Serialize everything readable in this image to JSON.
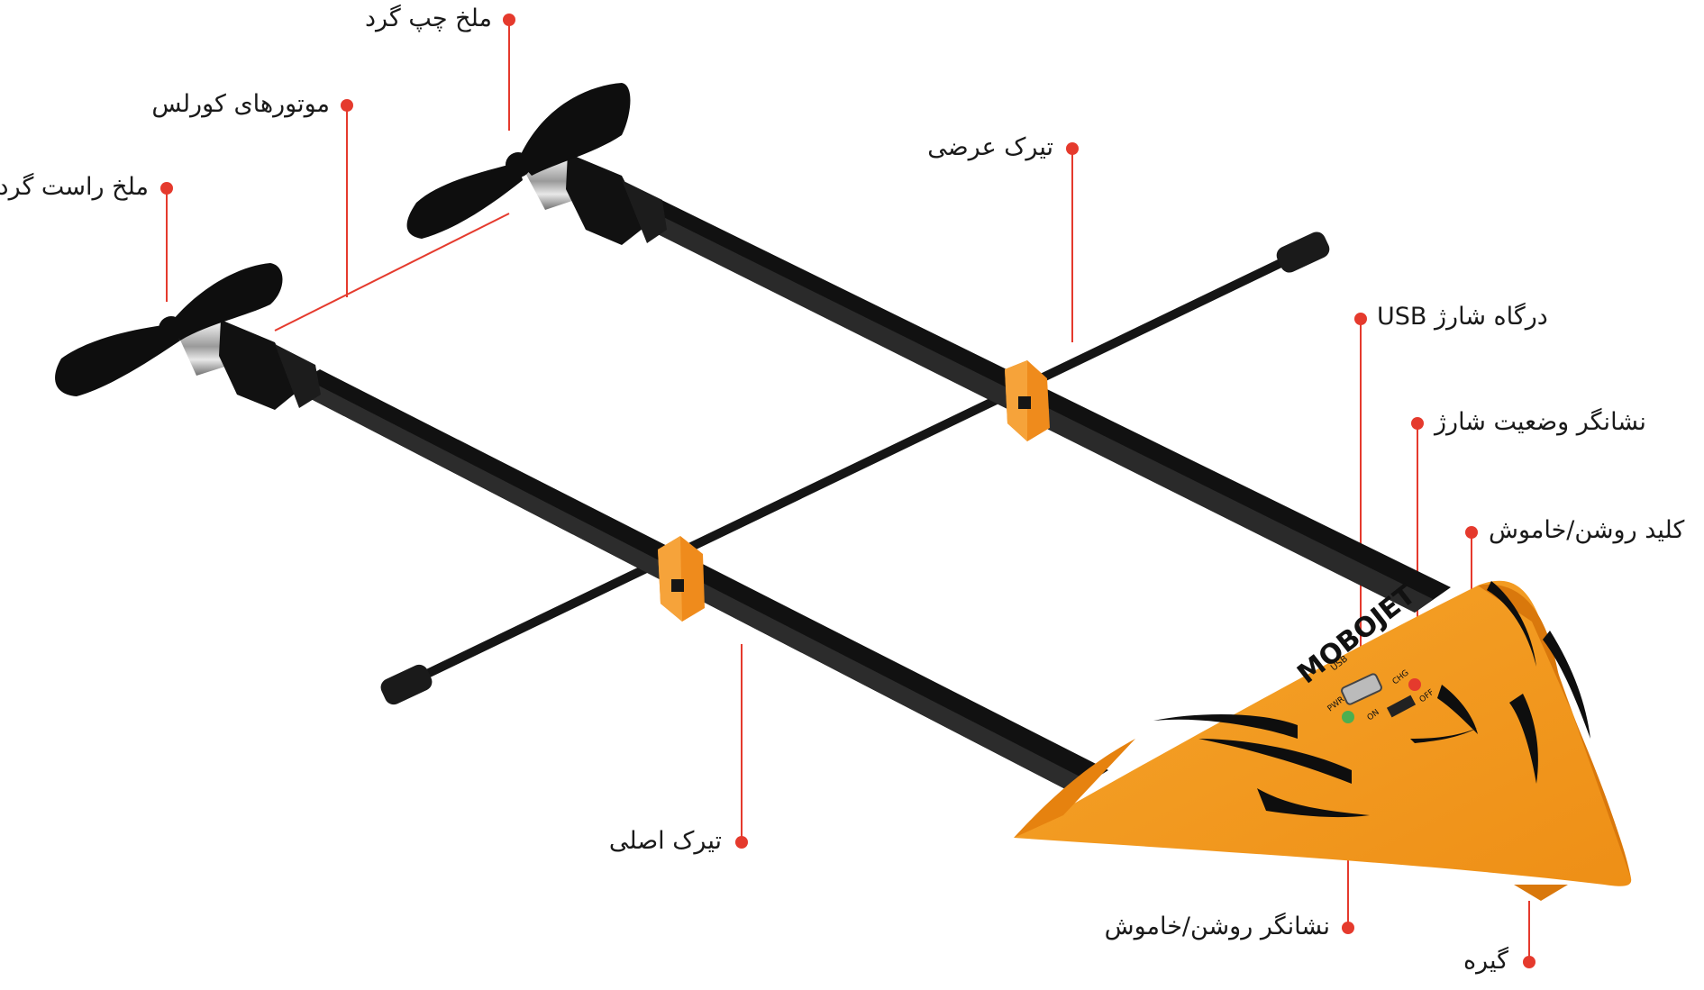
{
  "colors": {
    "accent": "#e53a2d",
    "body_orange": "#f39a1e",
    "rod_black": "#151515",
    "clamp_orange": "#f08a1c",
    "text": "#1a1a1a"
  },
  "device": {
    "logo_text": "MOBOJET",
    "port_label": "USB",
    "charge_led_label": "CHG",
    "power_led_label": "PWR",
    "switch_on_label": "ON",
    "switch_off_label": "OFF"
  },
  "callouts": {
    "left_propeller": "ملخ چپ گرد",
    "coreless_motors": "موتورهای کورلس",
    "right_propeller": "ملخ راست گرد",
    "cross_beam": "تیرک عرضی",
    "usb_port": "درگاه شارژ USB",
    "charge_indicator": "نشانگر وضعیت شارژ",
    "power_switch": "کلید روشن/خاموش",
    "main_beam": "تیرک اصلی",
    "power_indicator": "نشانگر روشن/خاموش",
    "clip": "گیره"
  }
}
